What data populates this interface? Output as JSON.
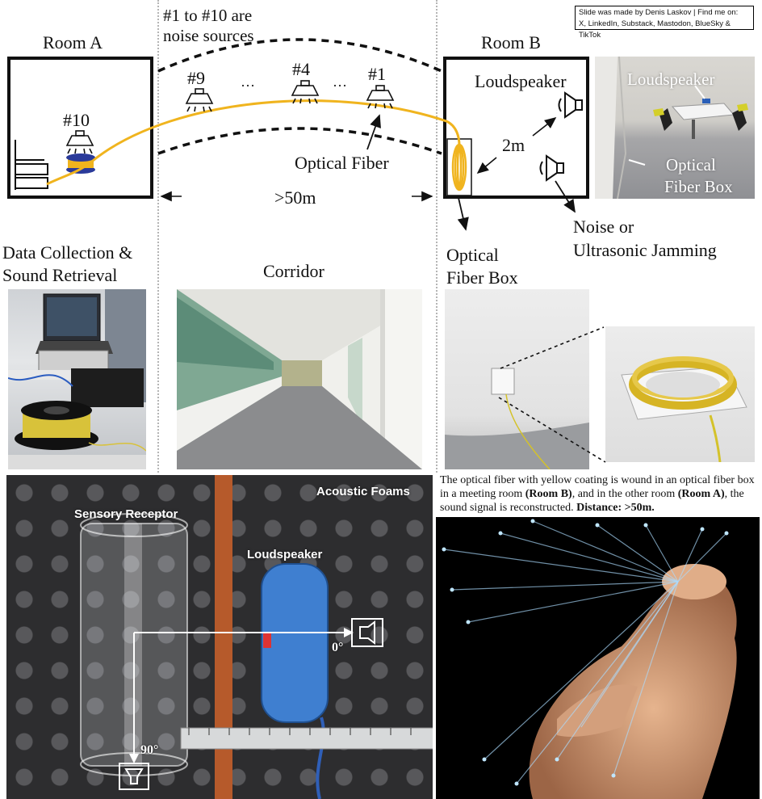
{
  "credit": {
    "line1": "Slide was made by Denis Laskov | Find me on:",
    "line2": "X, LinkedIn, Substack, Mastodon, BlueSky & TikTok"
  },
  "diagram": {
    "noise_sources_line1": "#1 to #10 are",
    "noise_sources_line2": "noise sources",
    "room_a": "Room A",
    "room_b": "Room B",
    "source_10": "#10",
    "source_9": "#9",
    "source_4": "#4",
    "source_1": "#1",
    "ellipsis_1": "···",
    "ellipsis_2": "···",
    "optical_fiber": "Optical Fiber",
    "distance": ">50m",
    "distance_2m": "2m",
    "loudspeaker": "Loudspeaker",
    "noise_line1": "Noise or",
    "noise_line2": "Ultrasonic Jamming",
    "photo_loudspeaker": "Loudspeaker",
    "photo_fiber_box_line1": "Optical",
    "photo_fiber_box_line2": "Fiber Box"
  },
  "section_labels": {
    "data_collection_line1": "Data Collection &",
    "data_collection_line2": "Sound Retrieval",
    "corridor": "Corridor",
    "fiber_box_line1": "Optical",
    "fiber_box_line2": "Fiber Box"
  },
  "caption": {
    "part1": "The optical fiber with yellow coating is wound in an optical fiber box in a meeting room ",
    "room_b": "(Room B)",
    "part2": ", and in the other room ",
    "room_a": "(Room A)",
    "part3": ", the sound signal is reconstructed. ",
    "distance": "Distance: >50m."
  },
  "lab_photo": {
    "sensory_receptor": "Sensory Receptor",
    "acoustic_foams": "Acoustic Foams",
    "loudspeaker": "Loudspeaker",
    "angle_0": "0°",
    "angle_90": "90°"
  },
  "colors": {
    "fiber": "#f0b41e",
    "blue": "#2a3a9a",
    "foam": "#3a3a3c",
    "speaker": "#3f7fd0"
  }
}
